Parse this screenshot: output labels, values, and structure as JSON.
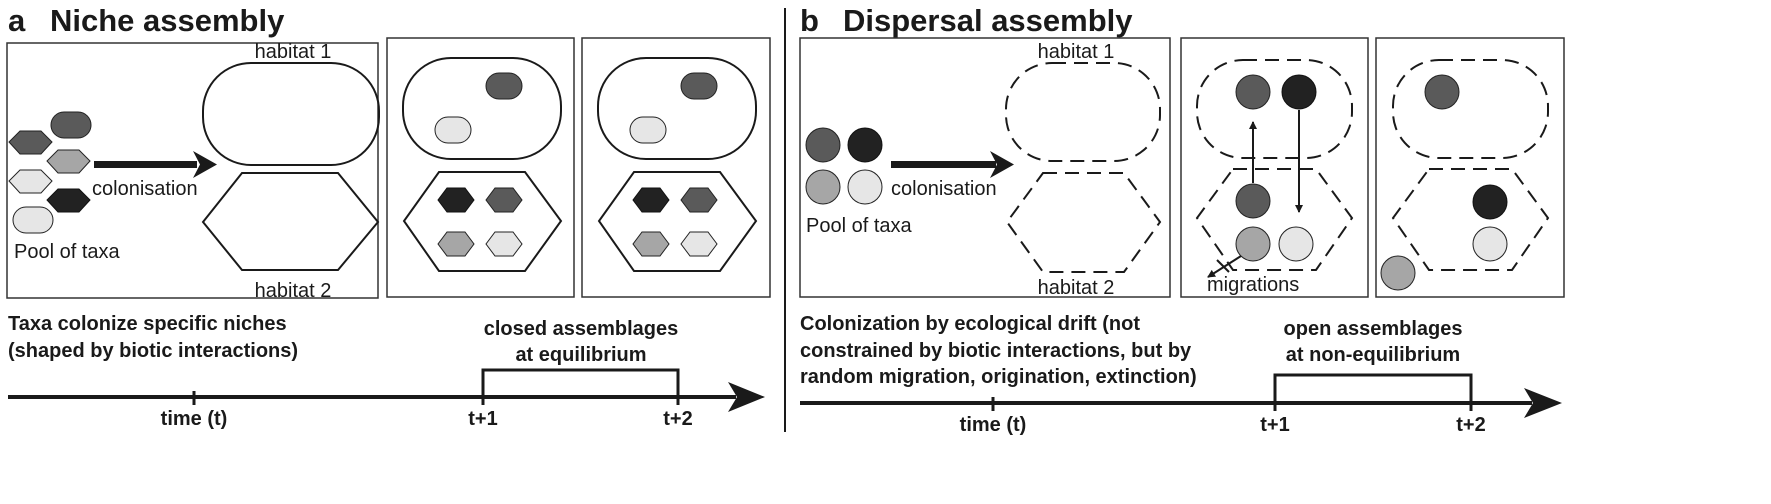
{
  "panel_a": {
    "letter": "a",
    "title": "Niche assembly",
    "habitat1": "habitat 1",
    "habitat2": "habitat 2",
    "colonisation": "colonisation",
    "pool": "Pool of taxa",
    "caption_line1": "Taxa colonize specific niches",
    "caption_line2": "(shaped by biotic interactions)",
    "bracket_line1": "closed assemblages",
    "bracket_line2": "at equilibrium",
    "time_label": "time (t)",
    "t1": "t+1",
    "t2": "t+2"
  },
  "panel_b": {
    "letter": "b",
    "title": "Dispersal assembly",
    "habitat1": "habitat 1",
    "habitat2": "habitat 2",
    "colonisation": "colonisation",
    "pool": "Pool of taxa",
    "migrations": "migrations",
    "caption_line1": "Colonization by ecological drift (not",
    "caption_line2": "constrained by biotic interactions, but by",
    "caption_line3": "random migration, origination, extinction)",
    "bracket_line1": "open assemblages",
    "bracket_line2": "at non-equilibrium",
    "time_label": "time (t)",
    "t1": "t+1",
    "t2": "t+2"
  },
  "colors": {
    "darkest": "#222222",
    "dark": "#5a5a5a",
    "mid": "#a6a6a6",
    "light": "#e6e6e6",
    "line": "#1a1a1a"
  }
}
